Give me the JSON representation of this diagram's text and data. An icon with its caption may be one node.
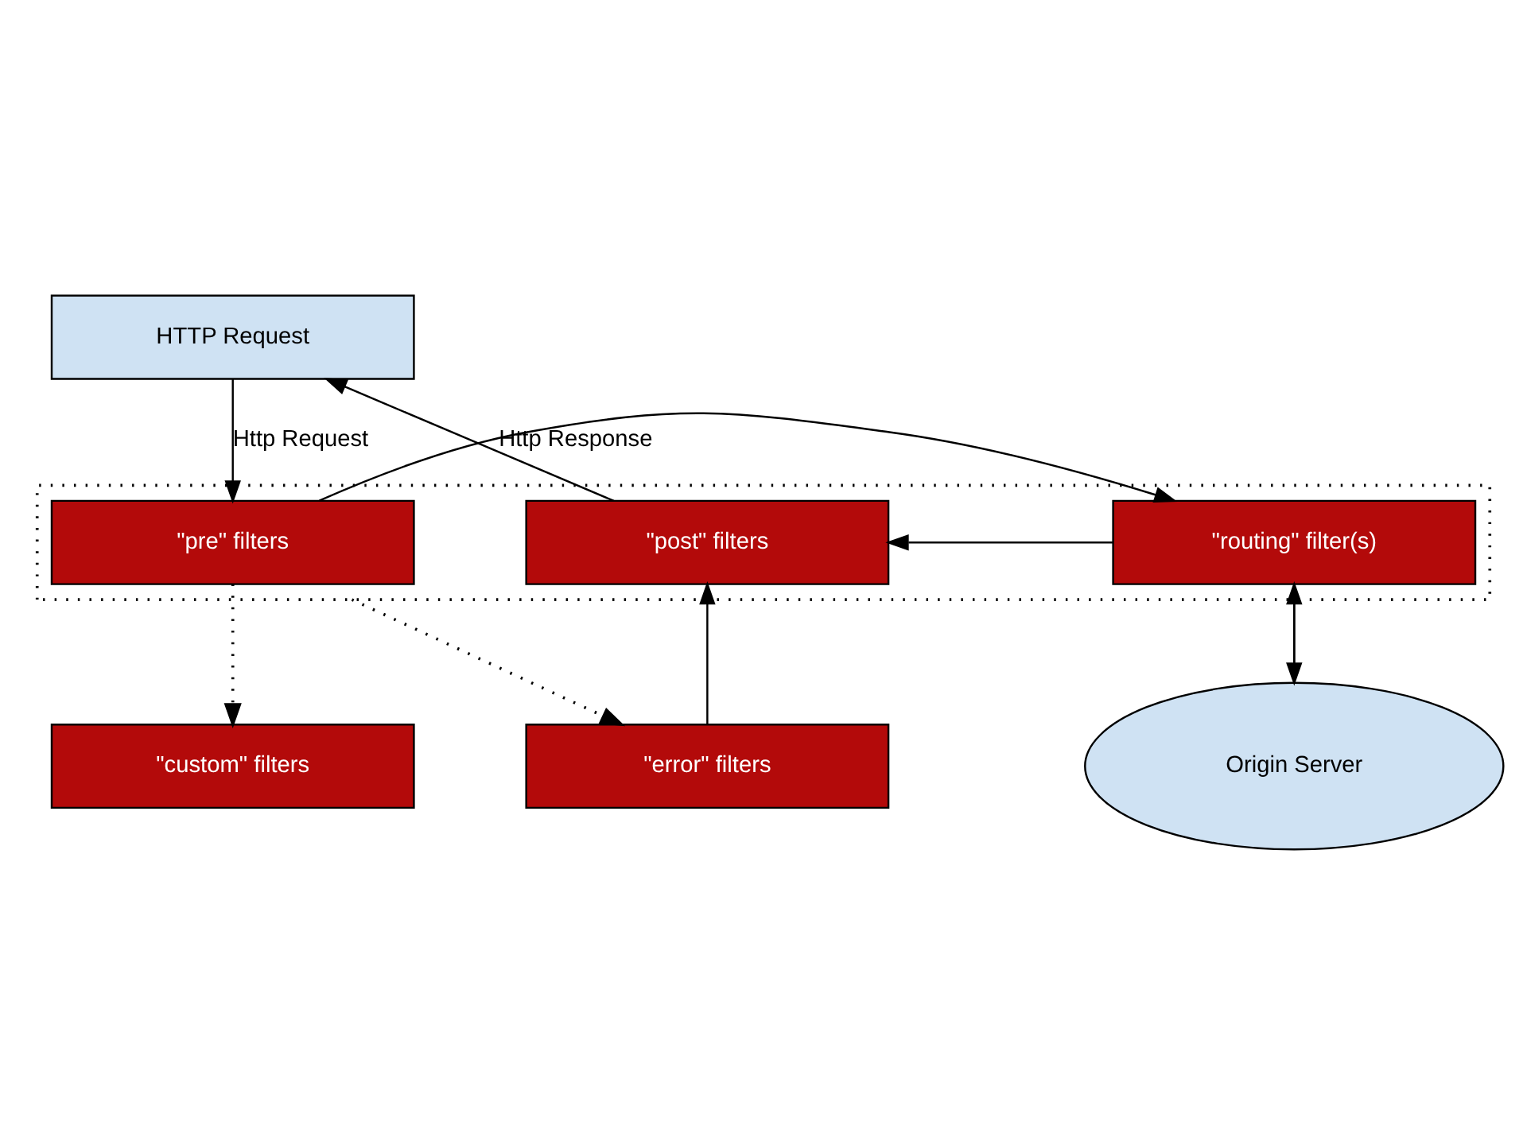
{
  "diagram": {
    "nodes": [
      {
        "text": [
          "HTTP Request"
        ]
      },
      {
        "text": [],
        "shape": "box"
      },
      {
        "text": [
          "\"pre\" filters"
        ],
        "in": 1
      },
      {
        "text": [
          "\"routing\" filter(s)"
        ],
        "in": 1
      },
      {
        "text": [
          "\"post\" filters"
        ],
        "in": 1
      },
      {
        "text": [
          "\"custom\" filters"
        ]
      },
      {
        "text": [
          "\"error\" filters"
        ]
      },
      {
        "text": [
          "Origin Server"
        ]
      }
    ],
    "edges": [
      {
        "from": 0,
        "to": 2,
        "arrow": "to",
        "label": "Http Request"
      },
      {
        "from": 2,
        "to": 3,
        "arrow": "to"
      },
      {
        "from": 3,
        "to": 4,
        "arrow": "to"
      },
      {
        "from": 4,
        "to": 0,
        "arrow": "to",
        "label": "Http Response"
      },
      {
        "from": 2,
        "to": 5,
        "arrow": "to",
        "style": "dashed"
      },
      {
        "from": 1,
        "to": 6,
        "arrow": "to",
        "style": "dashed"
      },
      {
        "from": 3,
        "to": 7,
        "arrow": "to"
      },
      {
        "from": 7,
        "to": 3,
        "arrow": "to"
      },
      {
        "from": 6,
        "to": 4,
        "arrow": "to"
      }
    ]
  }
}
